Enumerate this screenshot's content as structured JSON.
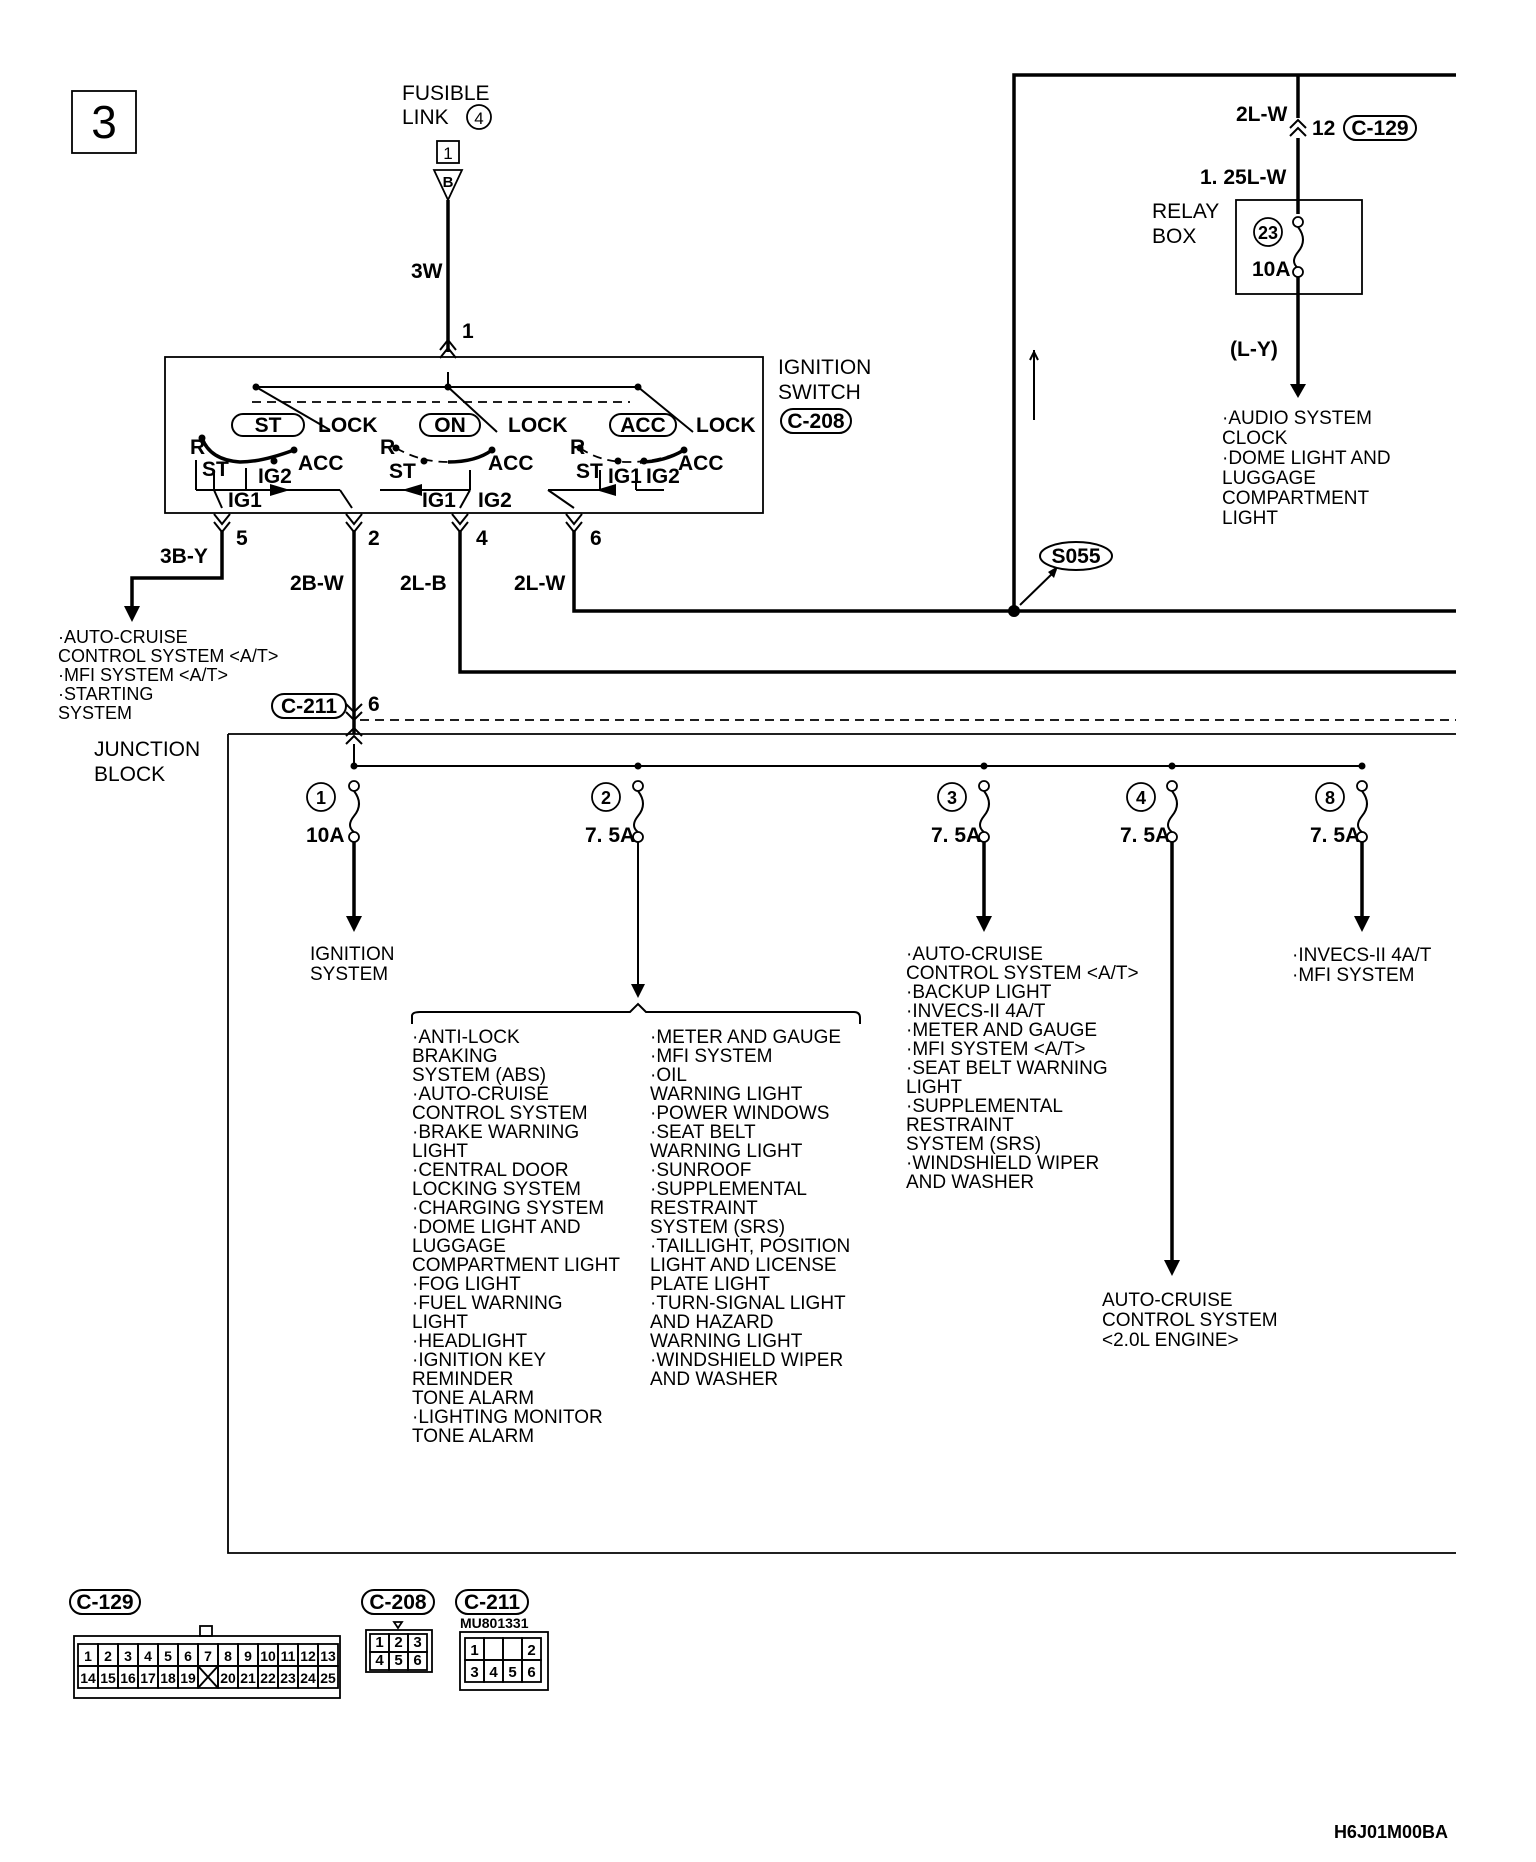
{
  "section": {
    "number": "3"
  },
  "fusible_link": {
    "line1": "FUSIBLE",
    "line2": "LINK",
    "number": "4",
    "terminal": "1",
    "wire": "B"
  },
  "wires": {
    "w3w": "3W",
    "w3by": "3B-Y",
    "w2bw": "2B-W",
    "w2lb": "2L-B",
    "w2lw": "2L-W",
    "w2lw_top": "2L-W",
    "w125lw": "1. 25L-W",
    "wly": "(L-Y)"
  },
  "ignition_switch": {
    "title1": "IGNITION",
    "title2": "SWITCH",
    "connector": "C-208",
    "pins": {
      "p1": "1",
      "p2": "2",
      "p4": "4",
      "p5": "5",
      "p6": "6"
    },
    "positions": {
      "st": "ST",
      "on": "ON",
      "acc": "ACC",
      "lock": "LOCK"
    },
    "contacts": {
      "r": "R",
      "st": "ST",
      "ig1": "IG1",
      "ig2": "IG2",
      "acc": "ACC"
    }
  },
  "relay_box": {
    "line1": "RELAY",
    "line2": "BOX",
    "fuse_no": "23",
    "rating": "10A",
    "connector": "C-129",
    "pin": "12"
  },
  "relay_loads": [
    "·AUDIO SYSTEM",
    " CLOCK",
    "·DOME LIGHT AND",
    " LUGGAGE",
    " COMPARTMENT",
    " LIGHT"
  ],
  "splice": "S055",
  "ig1_loads": [
    "·AUTO-CRUISE",
    " CONTROL SYSTEM <A/T>",
    "·MFI SYSTEM <A/T>",
    "·STARTING",
    " SYSTEM"
  ],
  "junction_block": {
    "line1": "JUNCTION",
    "line2": "BLOCK",
    "connector": "C-211",
    "pin": "6"
  },
  "fuses": [
    {
      "no": "1",
      "rating": "10A"
    },
    {
      "no": "2",
      "rating": "7. 5A"
    },
    {
      "no": "3",
      "rating": "7. 5A"
    },
    {
      "no": "4",
      "rating": "7. 5A"
    },
    {
      "no": "8",
      "rating": "7. 5A"
    }
  ],
  "fuse1_loads": [
    "IGNITION",
    "SYSTEM"
  ],
  "fuse2_loads_left": [
    "·ANTI-LOCK",
    " BRAKING",
    " SYSTEM (ABS)",
    "·AUTO-CRUISE",
    " CONTROL SYSTEM",
    "·BRAKE WARNING",
    " LIGHT",
    "·CENTRAL DOOR",
    " LOCKING SYSTEM",
    "·CHARGING SYSTEM",
    "·DOME LIGHT AND",
    " LUGGAGE",
    " COMPARTMENT LIGHT",
    "·FOG LIGHT",
    "·FUEL WARNING",
    " LIGHT",
    "·HEADLIGHT",
    "·IGNITION KEY",
    " REMINDER",
    " TONE ALARM",
    "·LIGHTING MONITOR",
    " TONE ALARM"
  ],
  "fuse2_loads_right": [
    "·METER AND GAUGE",
    "·MFI SYSTEM",
    "·OIL",
    " WARNING LIGHT",
    "·POWER WINDOWS",
    "·SEAT BELT",
    " WARNING LIGHT",
    "·SUNROOF",
    "·SUPPLEMENTAL",
    " RESTRAINT",
    " SYSTEM (SRS)",
    "·TAILLIGHT, POSITION",
    " LIGHT AND LICENSE",
    " PLATE LIGHT",
    "·TURN-SIGNAL LIGHT",
    " AND HAZARD",
    " WARNING LIGHT",
    "·WINDSHIELD WIPER",
    " AND WASHER"
  ],
  "fuse3_loads": [
    "·AUTO-CRUISE",
    " CONTROL SYSTEM <A/T>",
    "·BACKUP LIGHT",
    "·INVECS-II 4A/T",
    "·METER AND GAUGE",
    "·MFI SYSTEM <A/T>",
    "·SEAT BELT WARNING",
    " LIGHT",
    "·SUPPLEMENTAL",
    " RESTRAINT",
    " SYSTEM (SRS)",
    "·WINDSHIELD WIPER",
    " AND WASHER"
  ],
  "fuse4_loads": [
    "AUTO-CRUISE",
    "CONTROL SYSTEM",
    "<2.0L ENGINE>"
  ],
  "fuse8_loads": [
    "·INVECS-II 4A/T",
    "·MFI SYSTEM"
  ],
  "connectors": {
    "c129": {
      "name": "C-129",
      "row1": [
        "1",
        "2",
        "3",
        "4",
        "5",
        "6",
        "7",
        "8",
        "9",
        "10",
        "11",
        "12",
        "13"
      ],
      "row2": [
        "14",
        "15",
        "16",
        "17",
        "18",
        "19",
        "",
        "20",
        "21",
        "22",
        "23",
        "24",
        "25"
      ]
    },
    "c208": {
      "name": "C-208",
      "row1": [
        "1",
        "2",
        "3"
      ],
      "row2": [
        "4",
        "5",
        "6"
      ]
    },
    "c211": {
      "name": "C-211",
      "part": "MU801331",
      "row1": [
        "1",
        "",
        "",
        "2"
      ],
      "row2": [
        "3",
        "4",
        "5",
        "6"
      ]
    }
  },
  "figure_code": "H6J01M00BA"
}
